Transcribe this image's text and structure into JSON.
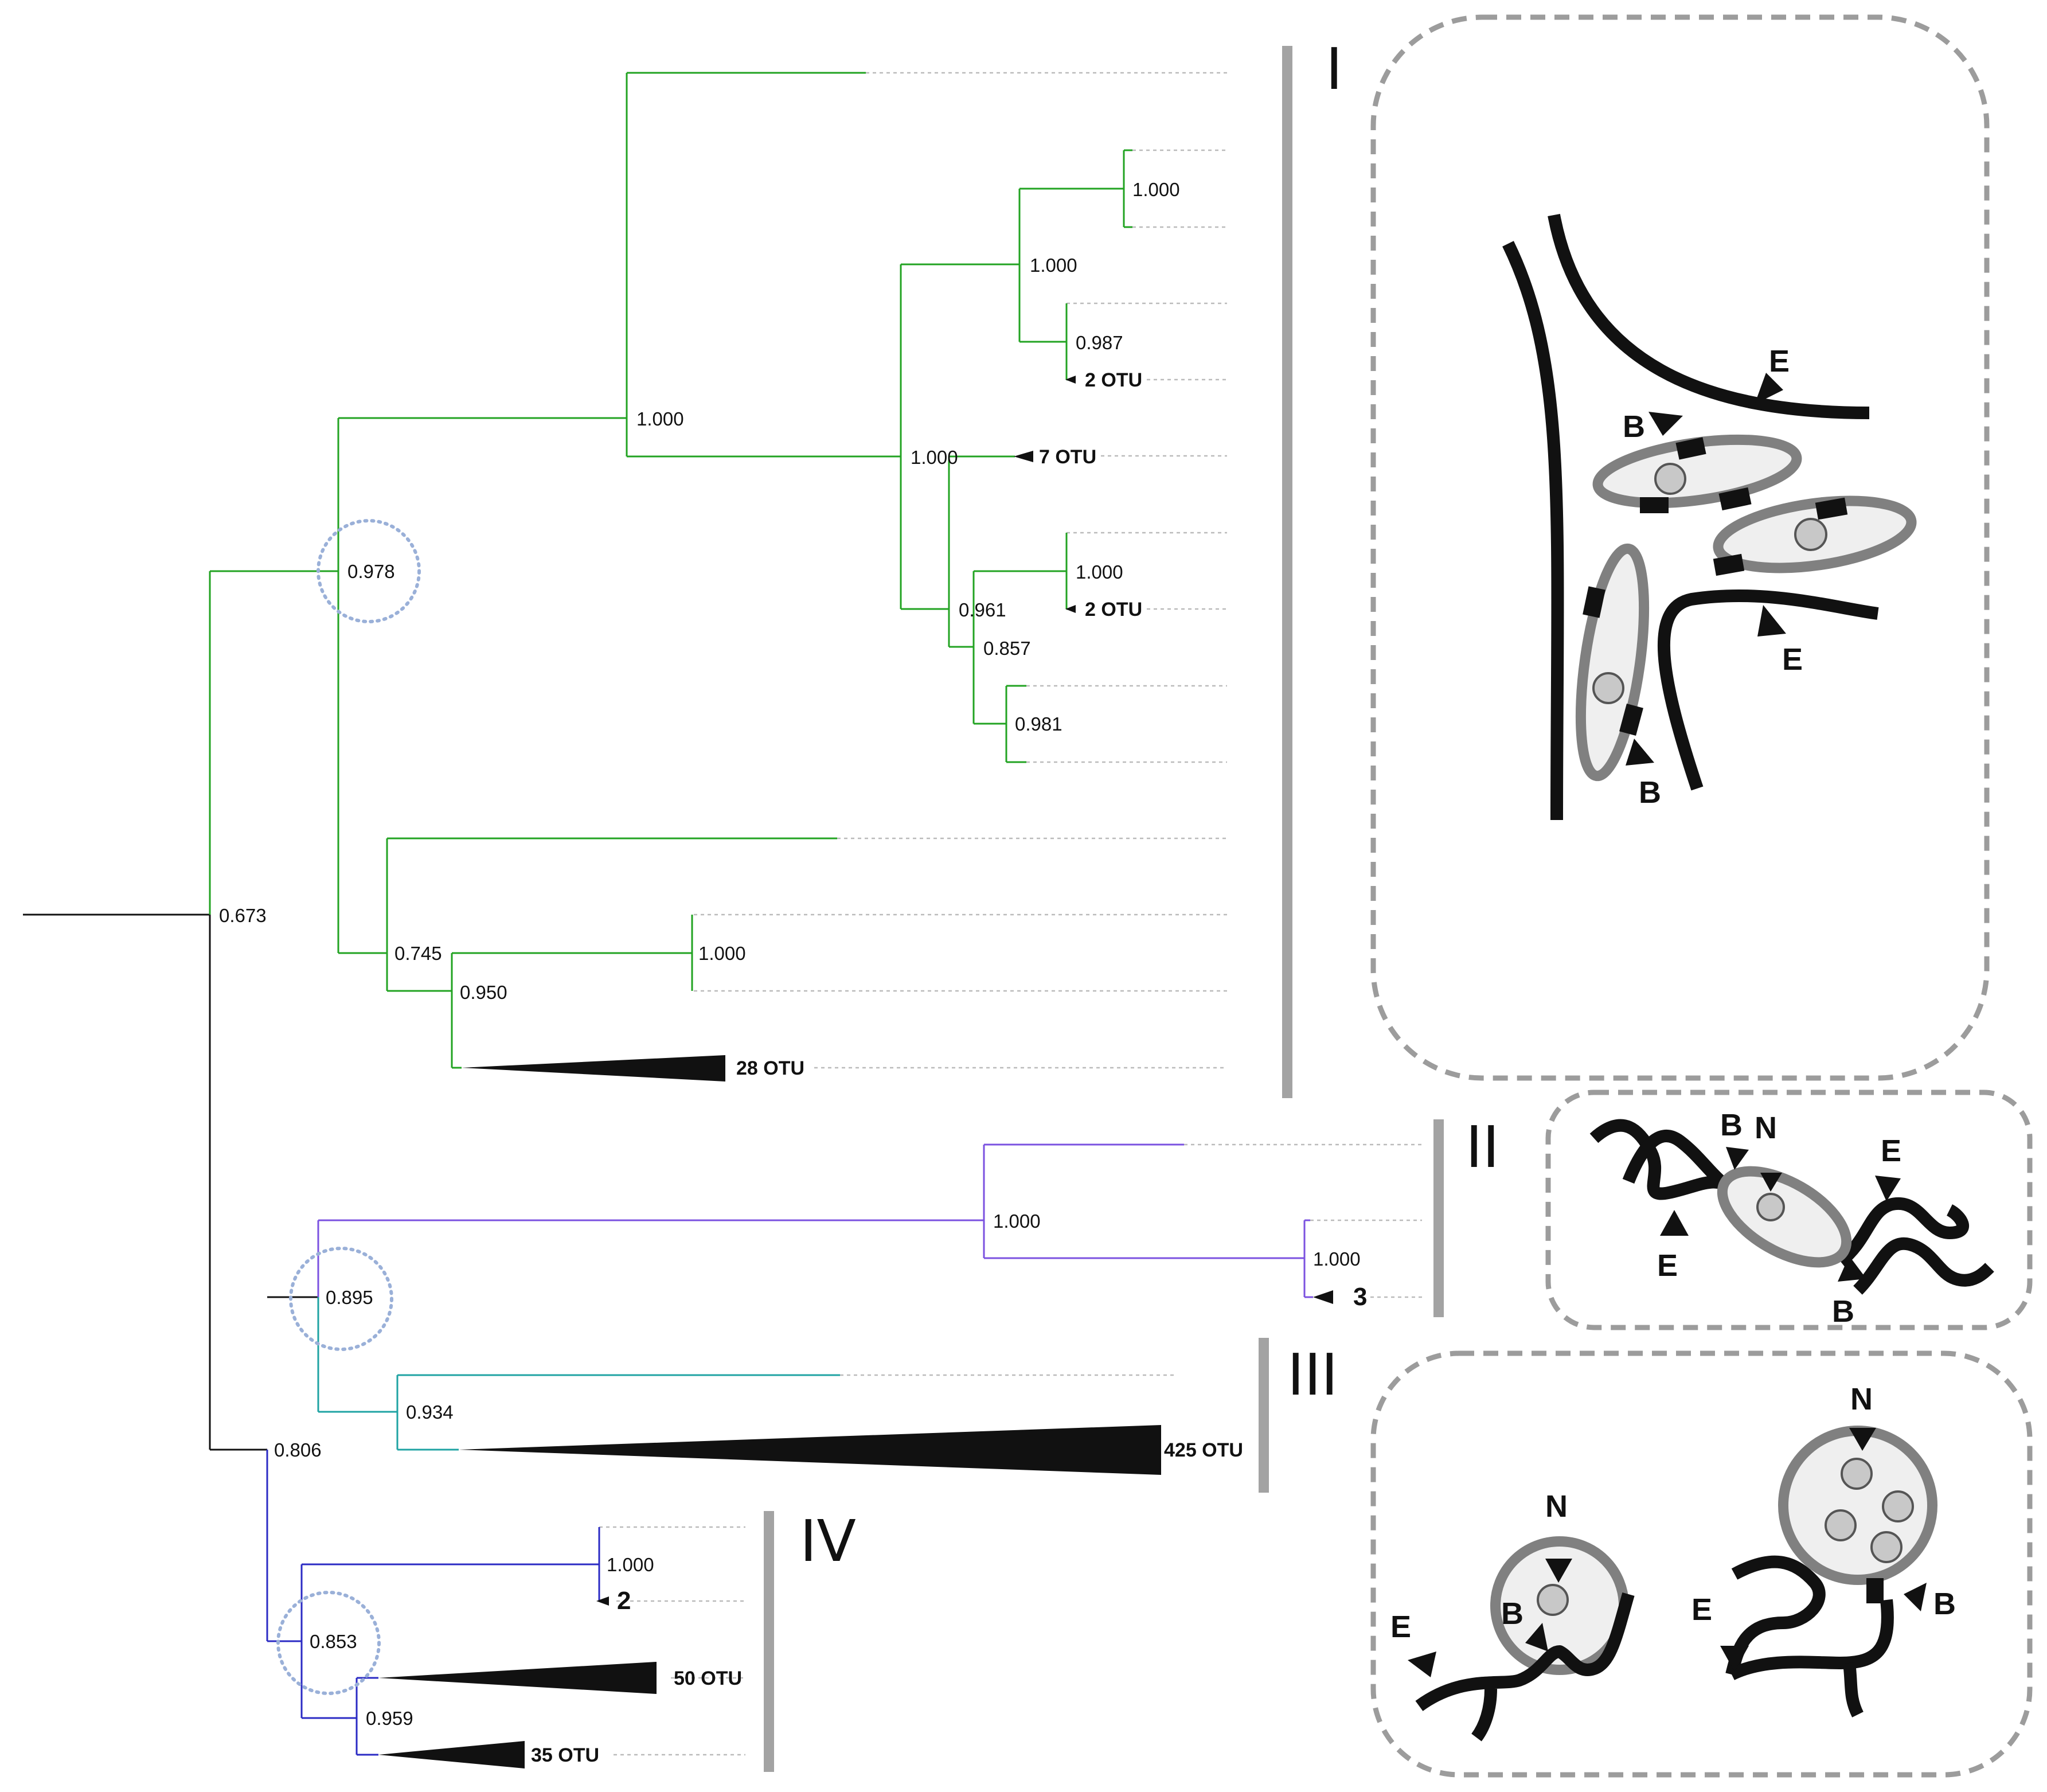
{
  "tree": {
    "support": {
      "root": "0.673",
      "cladeI_base": "0.978",
      "upper_main": "1.000",
      "upper_sub": "1.000",
      "pair_top": "1.000",
      "pair_mid": "1.000",
      "pair_987": "0.987",
      "node_1000_b": "1.000",
      "node_961": "0.961",
      "node_857": "0.857",
      "pair_981": "0.981",
      "pair_low_1000": "1.000",
      "node_745": "0.745",
      "node_950": "0.950",
      "pair_950_1000": "1.000",
      "cladeII_base": "1.000",
      "cladeII_sub": "1.000",
      "cladeIIIIV_base": "0.895",
      "cladeIII_base": "0.934",
      "lower_root": "0.806",
      "cladeIV_pair": "1.000",
      "cladeIV_base": "0.853",
      "cladeIV_sub": "0.959"
    },
    "collapsed": {
      "otu_2a": "2 OTU",
      "otu_7": "7 OTU",
      "otu_2b": "2 OTU",
      "otu_28": "28 OTU",
      "otu_3": "3",
      "otu_425": "425 OTU",
      "otu_2c": "2",
      "otu_50": "50 OTU",
      "otu_35": "35 OTU"
    },
    "clades": {
      "I": "I",
      "II": "II",
      "III": "III",
      "IV": "IV"
    },
    "colors": {
      "cladeI": "#22a322",
      "cladeII": "#7b52e0",
      "cladeIII": "#1fa3a3",
      "cladeIV": "#2b2bc4",
      "backbone": "#111111"
    }
  },
  "illustrations": {
    "panelI": {
      "E1": "E",
      "E2": "E",
      "B1": "B",
      "B2": "B"
    },
    "panelII": {
      "B1": "B",
      "N": "N",
      "E1": "E",
      "E2": "E",
      "B2": "B"
    },
    "panelIII": {
      "N1": "N",
      "B1": "B",
      "E1": "E",
      "N2": "N",
      "E2": "E",
      "B2": "B"
    }
  }
}
